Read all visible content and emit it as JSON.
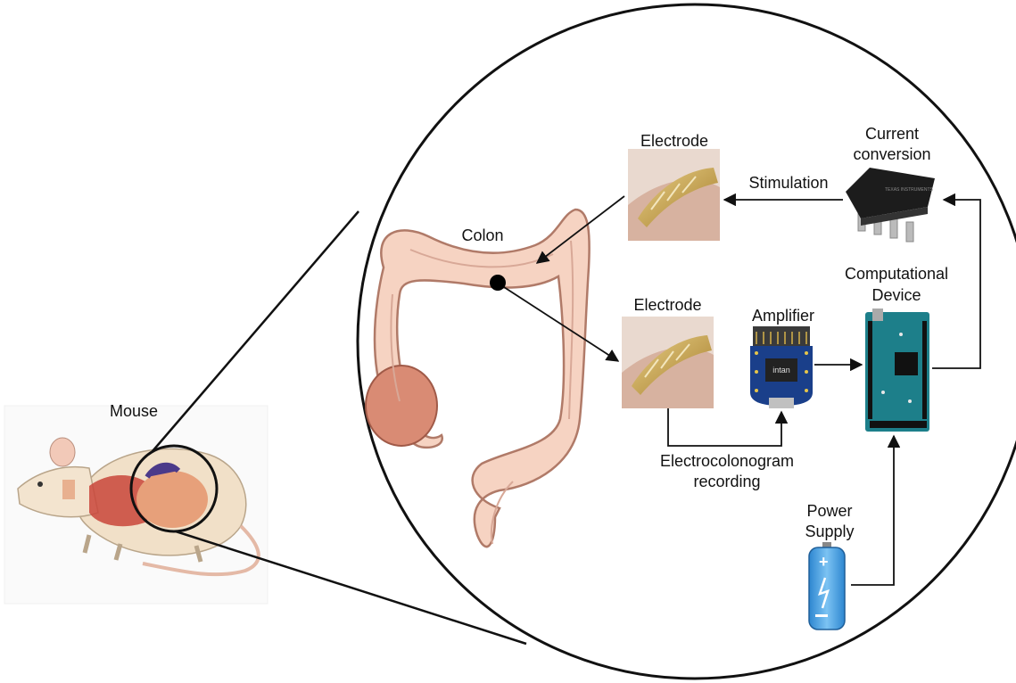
{
  "labels": {
    "mouse": "Mouse",
    "colon": "Colon",
    "electrode_top": "Electrode",
    "electrode_bottom": "Electrode",
    "stimulation": "Stimulation",
    "current_conversion_line1": "Current",
    "current_conversion_line2": "conversion",
    "computational_device_line1": "Computational",
    "computational_device_line2": "Device",
    "amplifier": "Amplifier",
    "ecg_line1": "Electrocolonogram",
    "ecg_line2": "recording",
    "power_supply_line1": "Power",
    "power_supply_line2": "Supply"
  },
  "components": {
    "amplifier_chip_text": "intan",
    "chip_logo_text": "TEXAS INSTRUMENTS"
  },
  "icons": [
    "mouse-illustration",
    "colon-illustration",
    "electrode-photo",
    "ic-chip-icon",
    "amplifier-board-icon",
    "arduino-board-icon",
    "battery-icon"
  ],
  "colors": {
    "line": "#111111",
    "colon_fill": "#f6d3c2",
    "colon_stroke": "#b07a68",
    "electrode_gold": "#c9a24a",
    "battery_blue": "#3b9ae1",
    "board_teal": "#1d7f8a"
  }
}
